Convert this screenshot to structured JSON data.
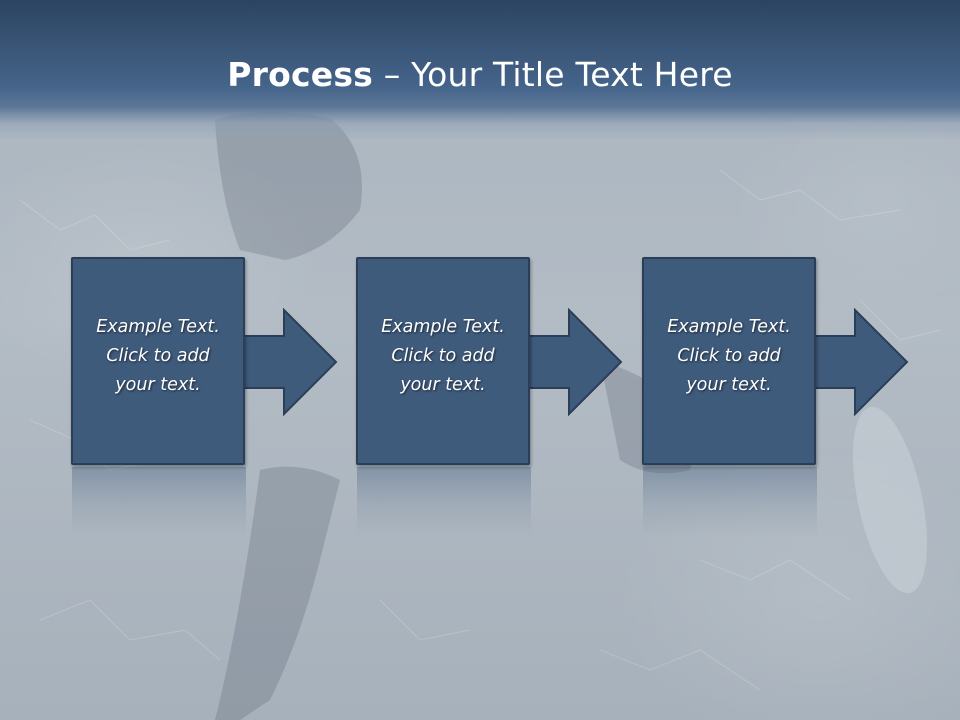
{
  "slide": {
    "title_bold": "Process",
    "title_rest": " – Your Title Text Here"
  },
  "steps": [
    {
      "line1": "Example Text.",
      "line2": "Click  to add",
      "line3": "your text."
    },
    {
      "line1": "Example Text.",
      "line2": "Click  to add",
      "line3": "your text."
    },
    {
      "line1": "Example Text.",
      "line2": "Click  to add",
      "line3": "your text."
    }
  ],
  "colors": {
    "header": "#3a5678",
    "box_fill": "#3f5b7c",
    "box_border": "#2a3e58",
    "background": "#aab4bd"
  }
}
